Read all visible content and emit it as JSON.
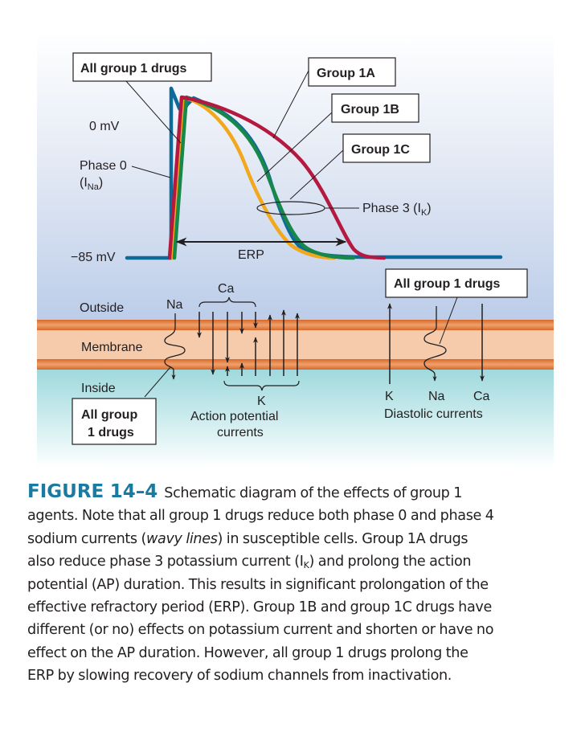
{
  "figure": {
    "labels": {
      "all_group1_top": "All group 1 drugs",
      "group_1a": "Group 1A",
      "group_1b": "Group 1B",
      "group_1c": "Group 1C",
      "zero_mv": "0 mV",
      "minus85_mv": "−85 mV",
      "phase0": "Phase 0",
      "phase0_sub_pre": "(I",
      "phase0_sub": "Na",
      "phase0_sub_post": ")",
      "phase3": "Phase 3 (I",
      "phase3_sub": "K",
      "phase3_post": ")",
      "erp": "ERP",
      "outside": "Outside",
      "membrane": "Membrane",
      "inside": "Inside",
      "na_ap": "Na",
      "ca_ap": "Ca",
      "k_ap": "K",
      "ap_currents_1": "Action potential",
      "ap_currents_2": "currents",
      "all_group1_bottom_1": "All group",
      "all_group1_bottom_2": "1 drugs",
      "all_group1_right": "All group 1 drugs",
      "k_dia": "K",
      "na_dia": "Na",
      "ca_dia": "Ca",
      "diastolic": "Diastolic currents"
    },
    "colors": {
      "control": "#0e6b99",
      "group_1a": "#b5193f",
      "group_1b": "#f2a81d",
      "group_1c": "#17874a",
      "membrane_edge": "#e07b39",
      "membrane_core": "#f5cbab",
      "outside_bg": "#c1d1ea",
      "inside_bg": "#a1dade"
    }
  },
  "caption": {
    "figure_number": "FIGURE 14–4",
    "lines": [
      "Schematic diagram of the effects of group 1",
      "agents. Note that all group 1 drugs reduce both phase 0 and phase 4",
      [
        "sodium currents (",
        "wavy lines",
        ") in susceptible cells. Group 1A drugs"
      ],
      [
        "also reduce phase 3 potassium current (I",
        "K",
        ") and prolong the action"
      ],
      "potential (AP) duration. This results in significant prolongation of the",
      "effective refractory period (ERP). Group 1B and group 1C drugs have",
      "different (or no) effects on potassium current and shorten or have no",
      "effect on the AP duration. However, all group 1 drugs prolong the",
      "ERP by slowing recovery of sodium channels from inactivation."
    ]
  }
}
